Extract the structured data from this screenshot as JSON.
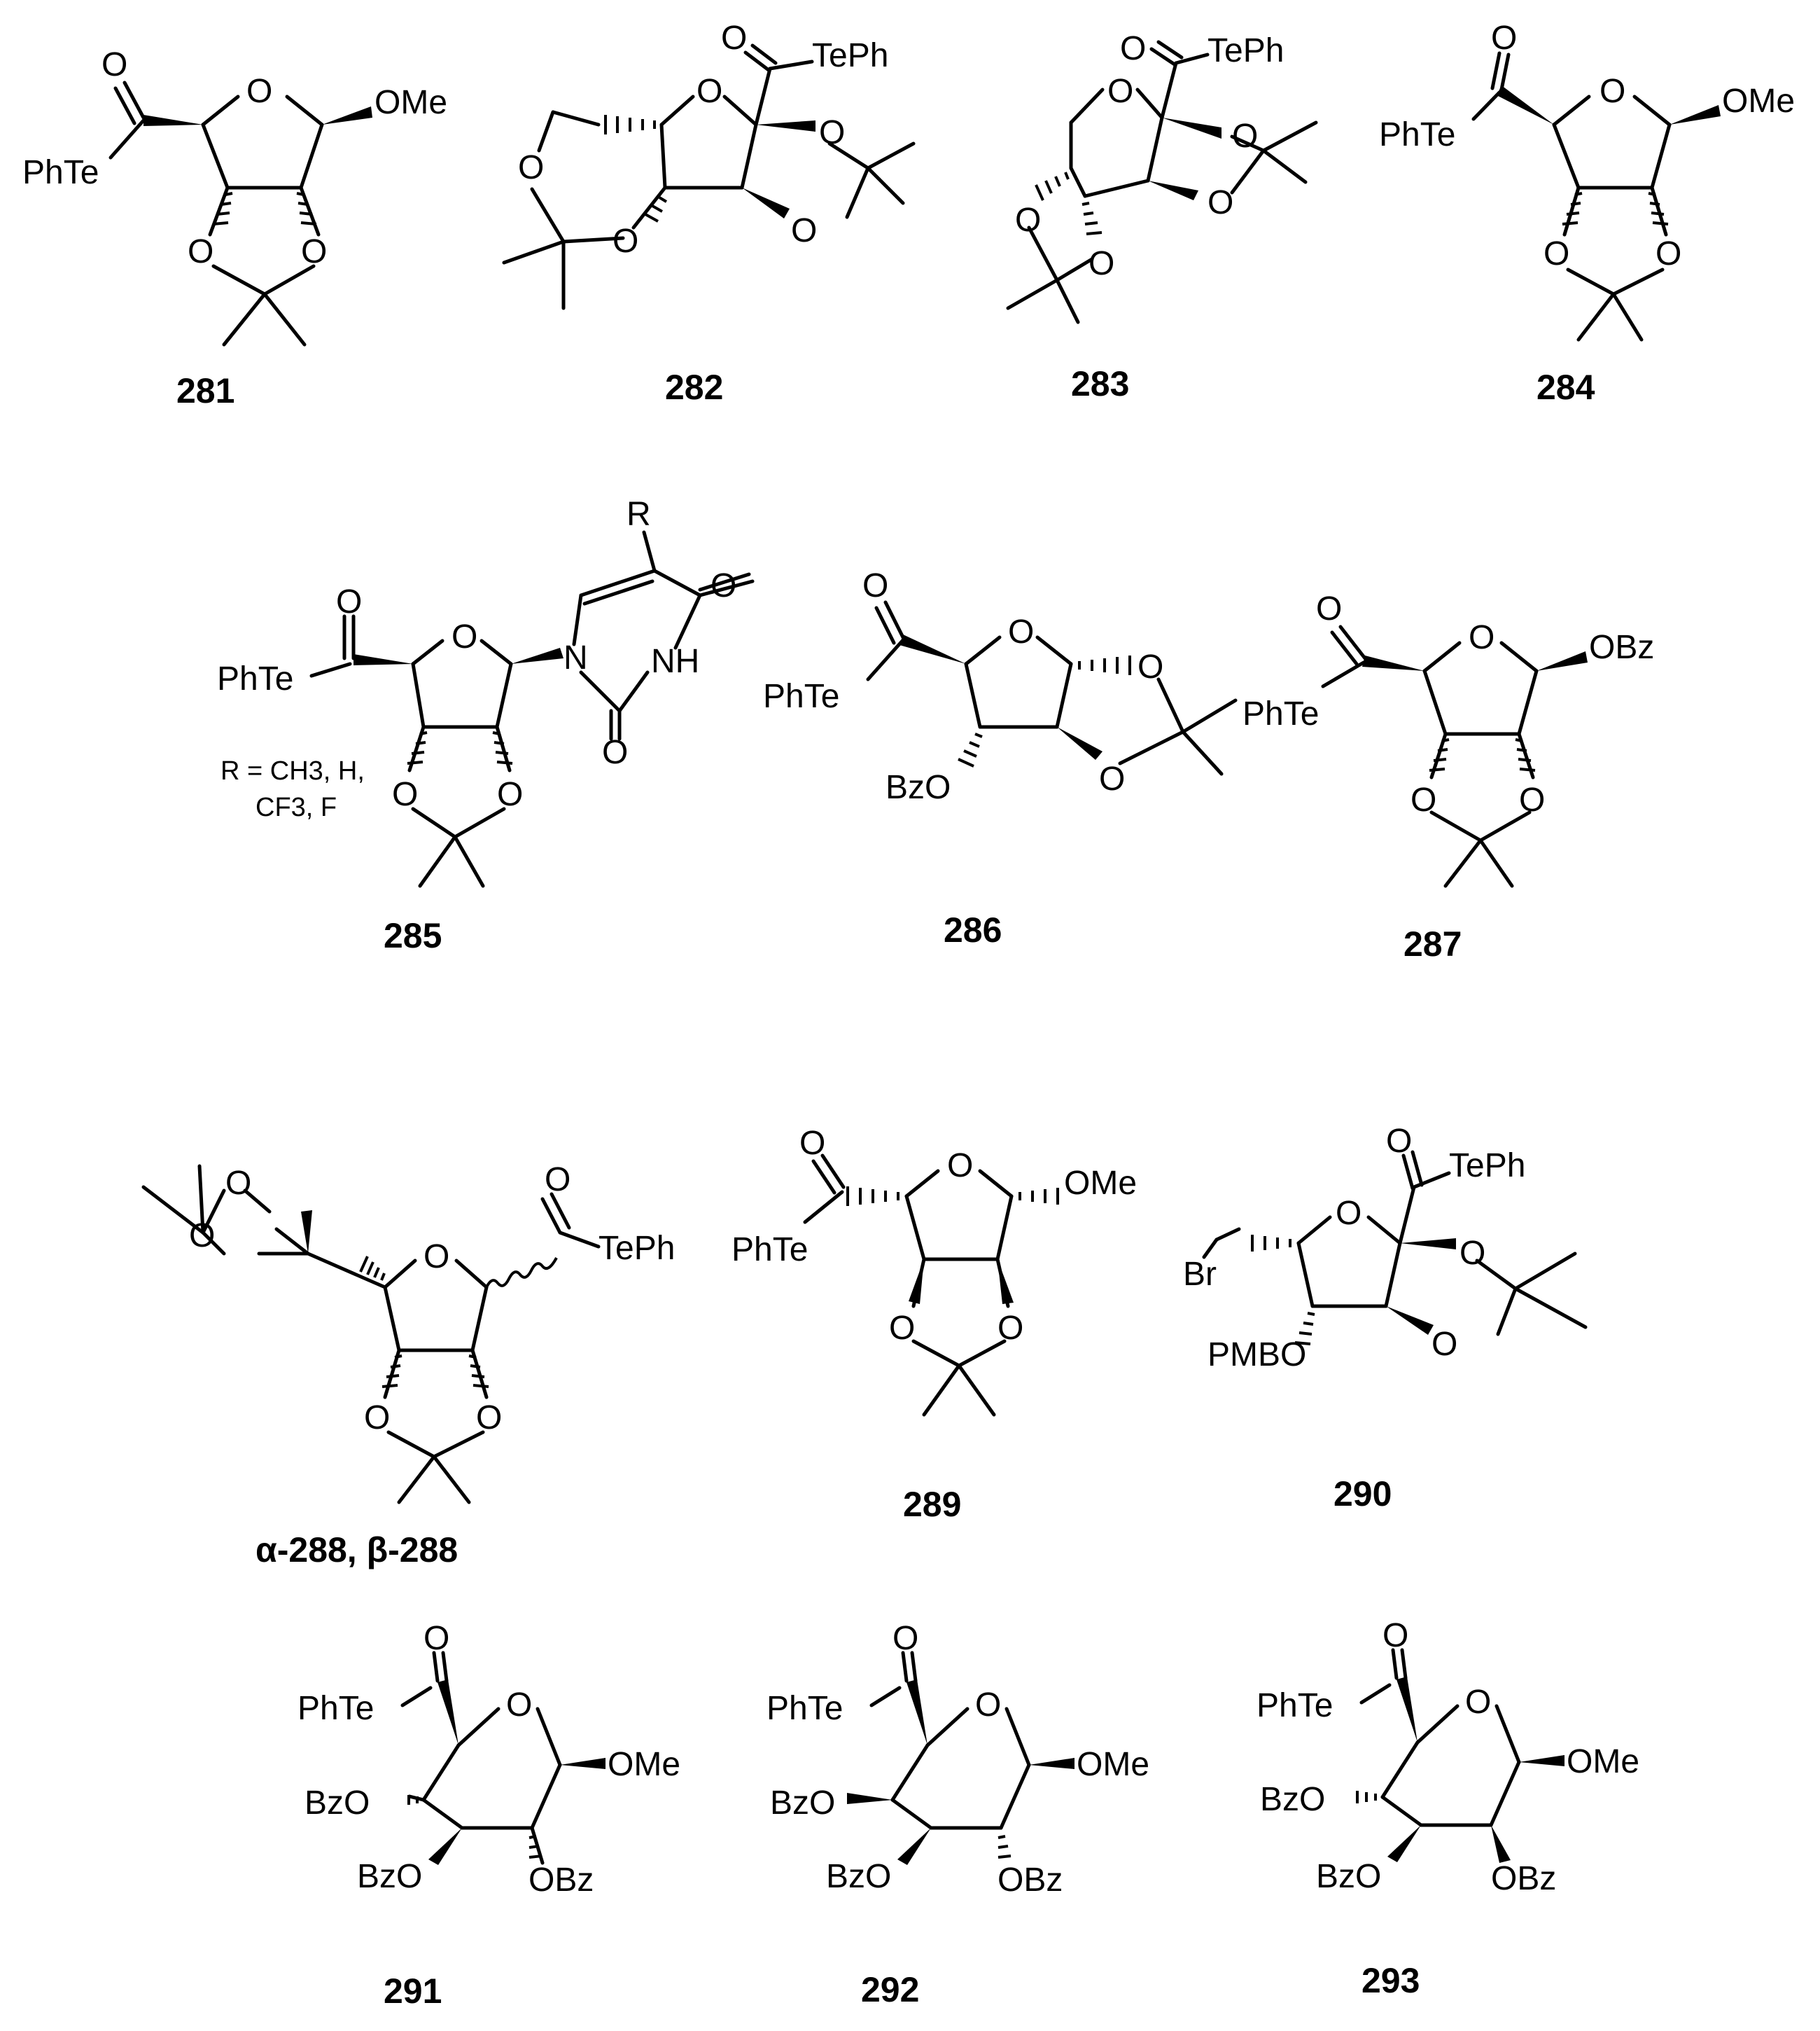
{
  "compounds": [
    {
      "id": "281",
      "label": "281",
      "atoms": [
        "O",
        "OMe",
        "O",
        "O",
        "PhTe",
        "O"
      ]
    },
    {
      "id": "282",
      "label": "282",
      "atoms": [
        "O",
        "TePh",
        "O",
        "O",
        "O",
        "O",
        "O"
      ]
    },
    {
      "id": "283",
      "label": "283",
      "atoms": [
        "O",
        "TePh",
        "O",
        "O",
        "O",
        "O",
        "O"
      ]
    },
    {
      "id": "284",
      "label": "284",
      "atoms": [
        "O",
        "OMe",
        "O",
        "O",
        "PhTe",
        "O"
      ]
    },
    {
      "id": "285",
      "label": "285",
      "atoms": [
        "O",
        "N",
        "NH",
        "O",
        "O",
        "R",
        "PhTe",
        "O",
        "O",
        "O"
      ],
      "note_line1": "R = CH3, H,",
      "note_line2": "CF3, F"
    },
    {
      "id": "286",
      "label": "286",
      "atoms": [
        "O",
        "O",
        "O",
        "PhTe",
        "BzO",
        "O"
      ]
    },
    {
      "id": "287",
      "label": "287",
      "atoms": [
        "O",
        "OBz",
        "O",
        "O",
        "PhTe",
        "O"
      ]
    },
    {
      "id": "288",
      "label": "α-288, β-288",
      "atoms": [
        "O",
        "O",
        "O",
        "TePh",
        "O",
        "O",
        "O"
      ]
    },
    {
      "id": "289",
      "label": "289",
      "atoms": [
        "O",
        "OMe",
        "O",
        "O",
        "PhTe",
        "O"
      ]
    },
    {
      "id": "290",
      "label": "290",
      "atoms": [
        "O",
        "TePh",
        "O",
        "O",
        "O",
        "Br",
        "PMBO"
      ]
    },
    {
      "id": "291",
      "label": "291",
      "atoms": [
        "O",
        "OMe",
        "OBz",
        "BzO",
        "BzO",
        "PhTe",
        "O"
      ]
    },
    {
      "id": "292",
      "label": "292",
      "atoms": [
        "O",
        "OMe",
        "OBz",
        "BzO",
        "BzO",
        "PhTe",
        "O"
      ]
    },
    {
      "id": "293",
      "label": "293",
      "atoms": [
        "O",
        "OMe",
        "OBz",
        "BzO",
        "BzO",
        "PhTe",
        "O"
      ]
    }
  ]
}
